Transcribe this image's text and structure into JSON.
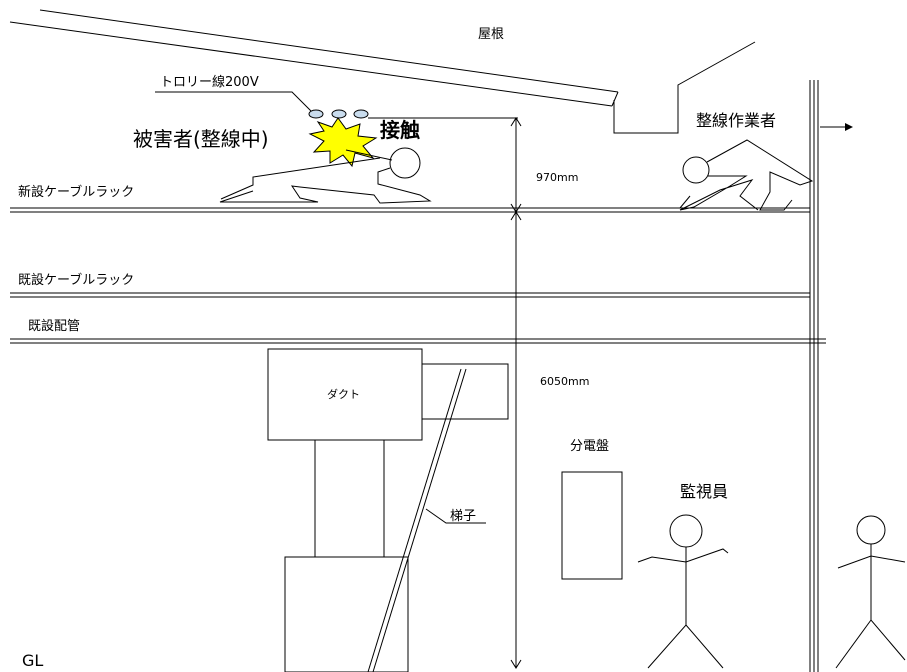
{
  "labels": {
    "roof": "屋根",
    "trolley_wire": "トロリー線200V",
    "victim": "被害者(整線中)",
    "contact": "接触",
    "wiring_worker": "整線作業者",
    "new_cable_rack": "新設ケーブルラック",
    "dim_upper": "970mm",
    "existing_cable_rack": "既設ケーブルラック",
    "existing_piping": "既設配管",
    "duct": "ダクト",
    "dim_lower": "6050mm",
    "distribution_board": "分電盤",
    "supervisor": "監視員",
    "ladder": "梯子",
    "ground_level": "GL"
  },
  "colors": {
    "flash_fill": "#ffff00",
    "trolley_fill": "#c9dced"
  }
}
